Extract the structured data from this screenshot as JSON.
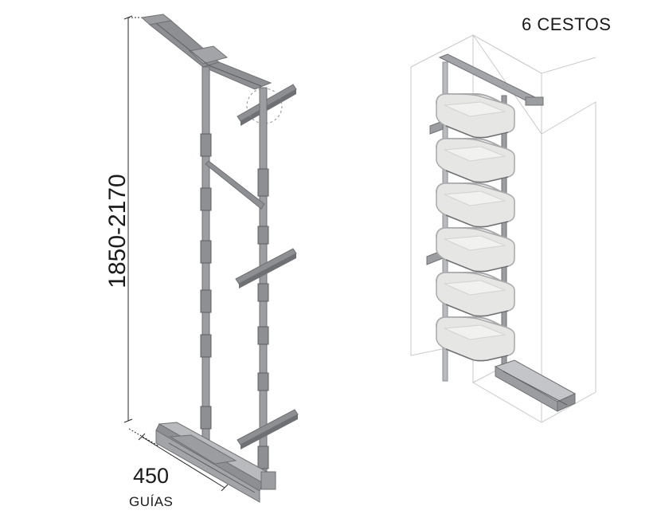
{
  "dimensions": {
    "height_label": "1850-2170",
    "width_label": "450",
    "rails_label": "GUÍAS"
  },
  "assembly": {
    "baskets_label": "6 CESTOS",
    "basket_count": 6
  },
  "colors": {
    "metal": "#8e8f93",
    "metal_dark": "#6f7074",
    "metal_light": "#b9babd",
    "basket_fill": "#e6e6e4",
    "basket_rim": "#a9a9ab",
    "cabinet_line": "#c9c9c9",
    "dimension_line": "#2a2a2a"
  }
}
